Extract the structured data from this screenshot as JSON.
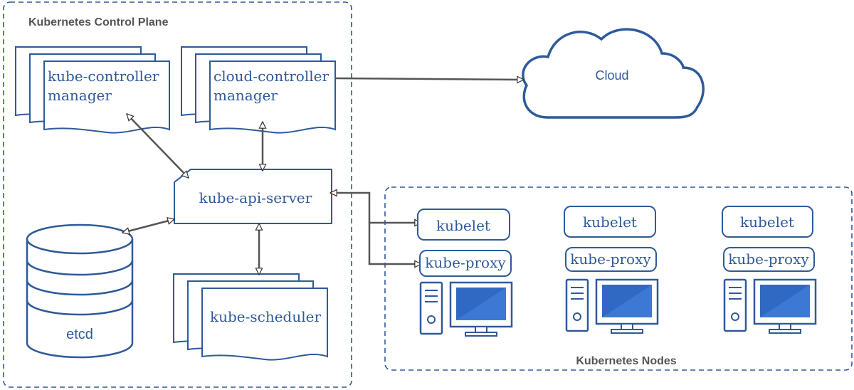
{
  "control_plane": {
    "title": "Kubernetes Control Plane",
    "kube_controller_manager": {
      "line1": "kube-controller",
      "line2": "manager"
    },
    "cloud_controller_manager": {
      "line1": "cloud-controller",
      "line2": "manager"
    },
    "kube_api_server": "kube-api-server",
    "etcd": "etcd",
    "kube_scheduler": "kube-scheduler"
  },
  "cloud": {
    "label": "Cloud"
  },
  "nodes": {
    "title": "Kubernetes Nodes",
    "items": [
      {
        "kubelet": "kubelet",
        "kube_proxy": "kube-proxy"
      },
      {
        "kubelet": "kubelet",
        "kube_proxy": "kube-proxy"
      },
      {
        "kubelet": "kubelet",
        "kube_proxy": "kube-proxy"
      }
    ]
  },
  "colors": {
    "primary": "#2e5a9a",
    "connector": "#555555",
    "screen": "#2f69c4",
    "heading": "#555555"
  },
  "icons": [
    "cloud-icon",
    "database-icon",
    "computer-icon",
    "document-stack-icon"
  ]
}
